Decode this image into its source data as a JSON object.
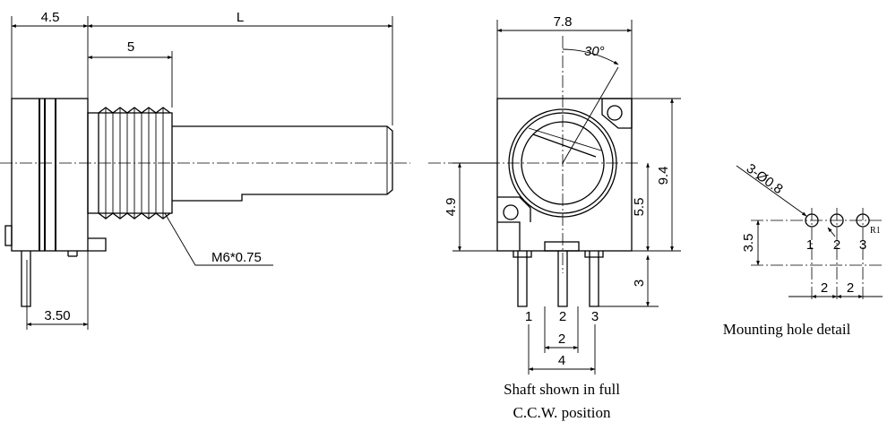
{
  "side_view": {
    "dim_top_left": "4.5",
    "dim_top_length": "L",
    "dim_thread_len": "5",
    "thread_spec": "M6*0.75",
    "dim_pin_offset": "3.50"
  },
  "front_view": {
    "dim_width": "7.8",
    "dim_angle": "30°",
    "dim_height": "9.4",
    "dim_center_left": "4.9",
    "dim_center_right": "5.5",
    "dim_pin_len": "3",
    "pin_labels": [
      "1",
      "2",
      "3"
    ],
    "dim_pin_pitch": "2",
    "dim_pin_span": "4",
    "caption_line1": "Shaft shown in full",
    "caption_line2": "C.C.W. position"
  },
  "mounting_detail": {
    "hole_spec": "3-Ø0.8",
    "hole_radius_label": "R1",
    "dim_height": "3.5",
    "pin_labels": [
      "1",
      "2",
      "3"
    ],
    "dim_pitch_1": "2",
    "dim_pitch_2": "2",
    "caption": "Mounting hole detail"
  }
}
